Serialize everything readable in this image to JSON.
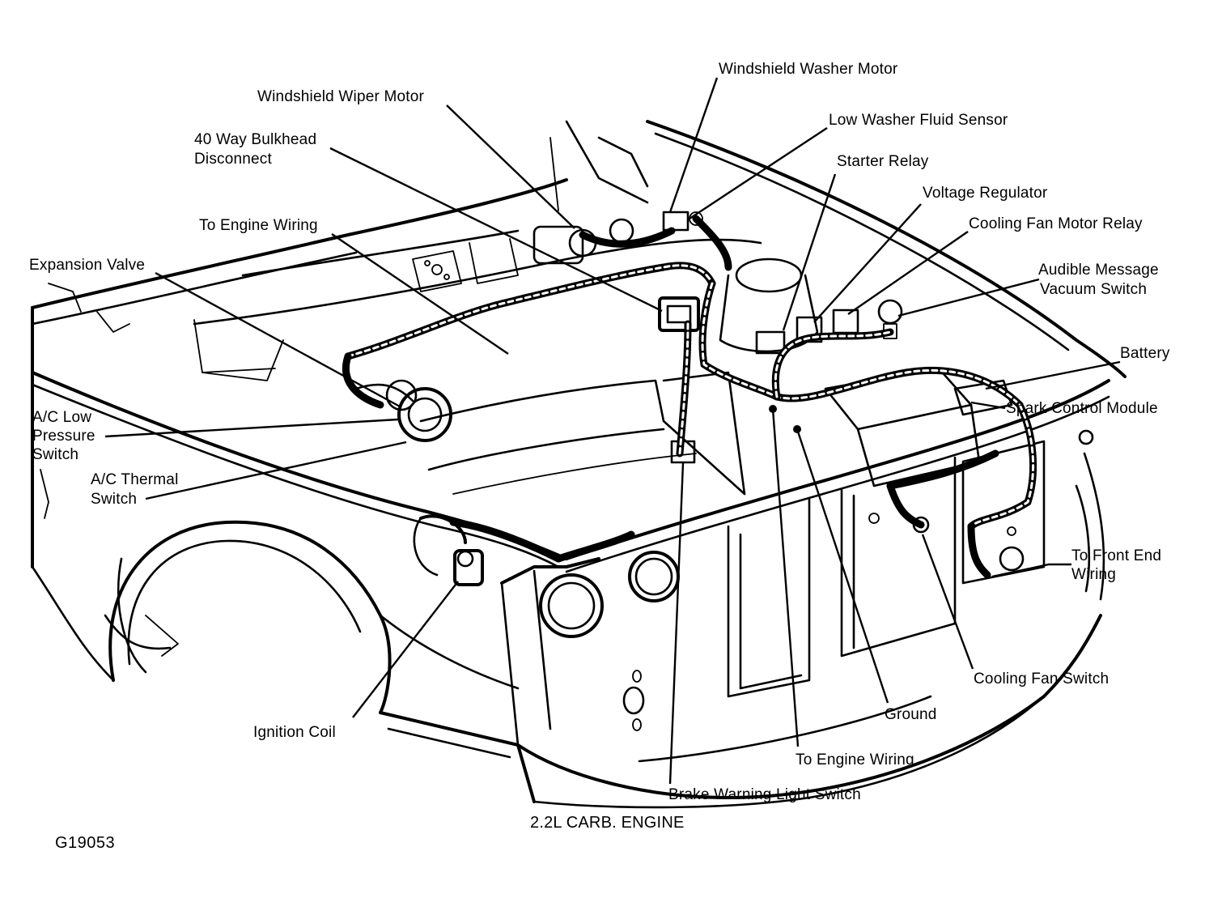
{
  "diagram": {
    "labels": {
      "windshield_washer_motor": "Windshield Washer Motor",
      "windshield_wiper_motor": "Windshield Wiper Motor",
      "low_washer_fluid_sensor": "Low Washer Fluid Sensor",
      "bulkhead_line1": "40 Way Bulkhead",
      "bulkhead_line2": "Disconnect",
      "starter_relay": "Starter Relay",
      "voltage_regulator": "Voltage Regulator",
      "to_engine_wiring_top": "To Engine Wiring",
      "cooling_fan_motor_relay": "Cooling Fan Motor Relay",
      "expansion_valve": "Expansion Valve",
      "audible_line1": "Audible Message",
      "audible_line2": "Vacuum Switch",
      "battery": "Battery",
      "spark_control_module": "Spark Control Module",
      "ac_low_line1": "A/C Low",
      "ac_low_line2": "Pressure",
      "ac_low_line3": "Switch",
      "ac_thermal_line1": "A/C Thermal",
      "ac_thermal_line2": "Switch",
      "front_end_line1": "To Front End",
      "front_end_line2": "Wiring",
      "cooling_fan_switch": "Cooling Fan Switch",
      "ground": "Ground",
      "ignition_coil": "Ignition Coil",
      "to_engine_wiring_bottom": "To Engine Wiring",
      "brake_warning_light_switch": "Brake Warning Light Switch"
    },
    "caption": "2.2L CARB. ENGINE",
    "figure_id": "G19053"
  }
}
